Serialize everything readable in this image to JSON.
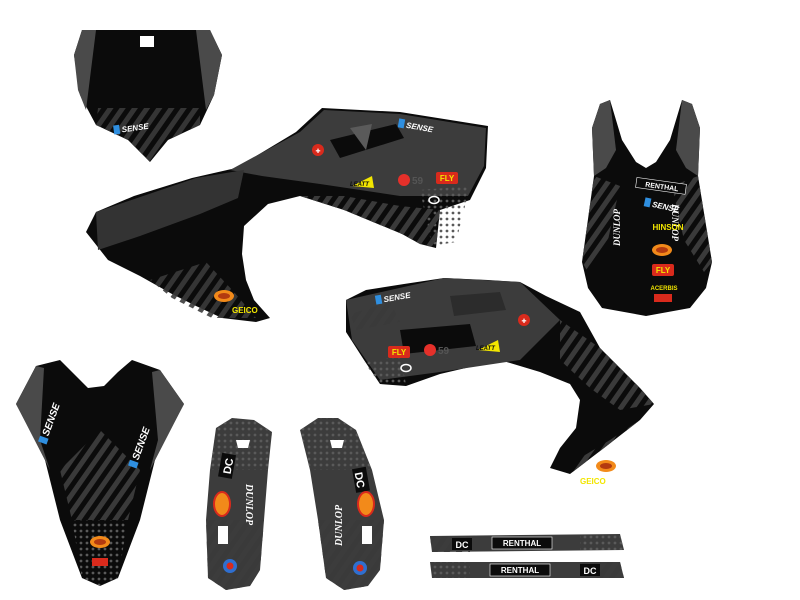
{
  "colors": {
    "background": "#ffffff",
    "panel_black": "#0b0b0b",
    "panel_gray": "#4a4a4a",
    "accent_blue": "#2f8fe0",
    "accent_yellow": "#f2e600",
    "accent_red": "#d92a1c",
    "accent_orange": "#f28a1a"
  },
  "brands": {
    "sense": "SENSE",
    "dc": "DC",
    "dunlop": "DUNLOP",
    "renthal": "RENTHAL",
    "hinson": "HINSON",
    "geico": "GEICO",
    "leatt": "LEATT",
    "fly": "FLY",
    "acerbis": "ACERBIS",
    "number": "59"
  }
}
